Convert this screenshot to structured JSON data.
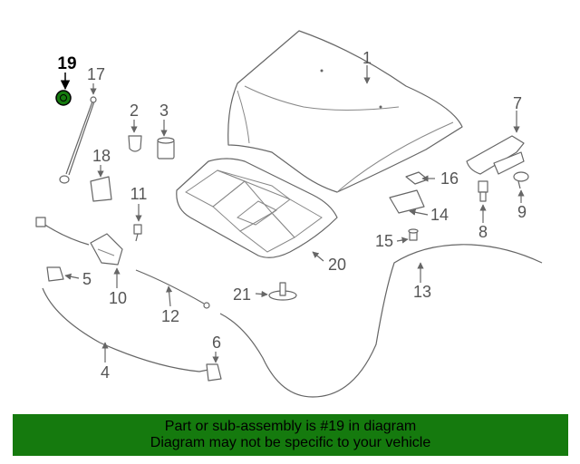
{
  "callouts": [
    {
      "num": "1"
    },
    {
      "num": "2"
    },
    {
      "num": "3"
    },
    {
      "num": "4"
    },
    {
      "num": "5"
    },
    {
      "num": "6"
    },
    {
      "num": "7"
    },
    {
      "num": "8"
    },
    {
      "num": "9"
    },
    {
      "num": "10"
    },
    {
      "num": "11"
    },
    {
      "num": "12"
    },
    {
      "num": "13"
    },
    {
      "num": "14"
    },
    {
      "num": "15"
    },
    {
      "num": "16"
    },
    {
      "num": "17"
    },
    {
      "num": "18"
    },
    {
      "num": "19"
    },
    {
      "num": "20"
    },
    {
      "num": "21"
    }
  ],
  "highlight": {
    "part": "19",
    "color": "#157a0e"
  },
  "banner": {
    "line1": "Part or sub-assembly is #19 in diagram",
    "line2": "Diagram may not be specific to your vehicle",
    "color": "#157a0e"
  }
}
